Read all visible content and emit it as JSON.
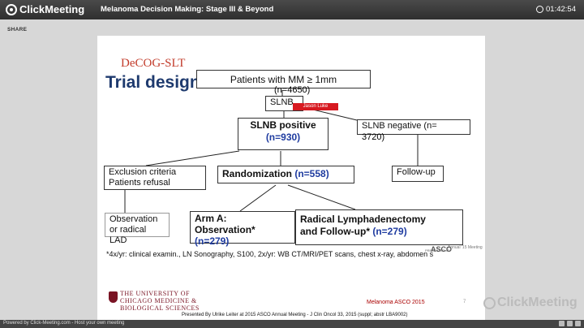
{
  "app": {
    "name": "ClickMeeting",
    "meeting_title": "Melanoma Decision Making: Stage III & Beyond",
    "timer": "01:42:54",
    "share_label": "SHARE"
  },
  "slide": {
    "trial_name": "DeCOG-SLT",
    "heading": "Trial design",
    "boxes": {
      "patients": "Patients with MM  ≥ 1mm",
      "patients_n": "(n=4650)",
      "slnb": "SLNB",
      "slnb_pos": "SLNB positive",
      "slnb_pos_n": "(n=930)",
      "slnb_neg": "SLNB negative (n=",
      "slnb_neg_n": "3720)",
      "exclusion_1": "Exclusion criteria",
      "exclusion_2": "Patients refusal",
      "randomization": "Randomization",
      "randomization_n": "(n=558)",
      "followup": "Follow-up",
      "obs_1": "Observation",
      "obs_2": " or radical LAD",
      "arm_a_1": "Arm A:",
      "arm_a_2": "Observation*",
      "arm_a_n": "(n=279)",
      "arm_b_1": "Radical Lymphadenectomy",
      "arm_b_2": "and Follow-up*",
      "arm_b_n": "(n=279)"
    },
    "annotation_tag": "Jason Luke",
    "footnote": "*4x/yr: clinical examin., LN Sonography, S100, 2x/yr: WB CT/MRI/PET scans, chest x-ray, abdomen s",
    "asco_presented": "PRESENTED AT:",
    "asco_logo": "ASCO",
    "asco_meeting": "Annual '15 Meeting",
    "university_1": "THE UNIVERSITY OF",
    "university_2": "CHICAGO MEDICINE &",
    "university_3": "BIOLOGICAL SCIENCES",
    "melanoma_label": "Melanoma ASCO 2015",
    "page_number": "7",
    "presented_by": "Presented By Ulrike Leiter at 2015 ASCO Annual Meeting - J Clin Oncol 33, 2015 (suppl; abstr LBA9002)"
  },
  "footer": {
    "text": "Powered by Click-Meeting.com - Host your own meeting",
    "watermark": "ClickMeeting"
  }
}
